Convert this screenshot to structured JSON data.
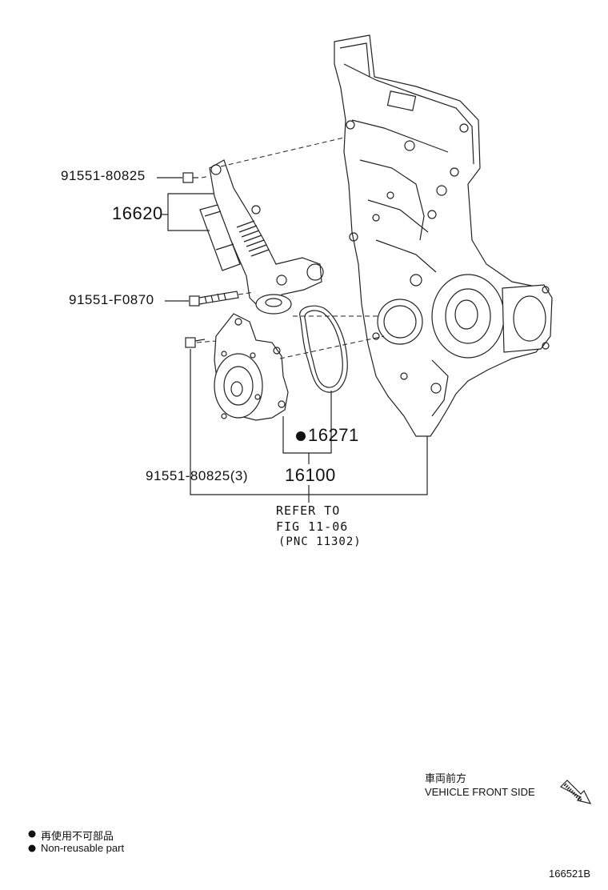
{
  "parts": {
    "bolt_top": "91551-80825",
    "tensioner": "16620",
    "bolt_mid": "91551-F0870",
    "bolt_pump": "91551-80825(3)",
    "gasket": "16271",
    "water_pump": "16100"
  },
  "reference": {
    "line1": "REFER TO",
    "line2": "FIG 11-06",
    "line3": "(PNC 11302)"
  },
  "orientation": {
    "jp": "車両前方",
    "en": "VEHICLE FRONT SIDE"
  },
  "legend": {
    "jp": "再使用不可部品",
    "en": "Non-reusable part"
  },
  "figure_id": "166521B"
}
